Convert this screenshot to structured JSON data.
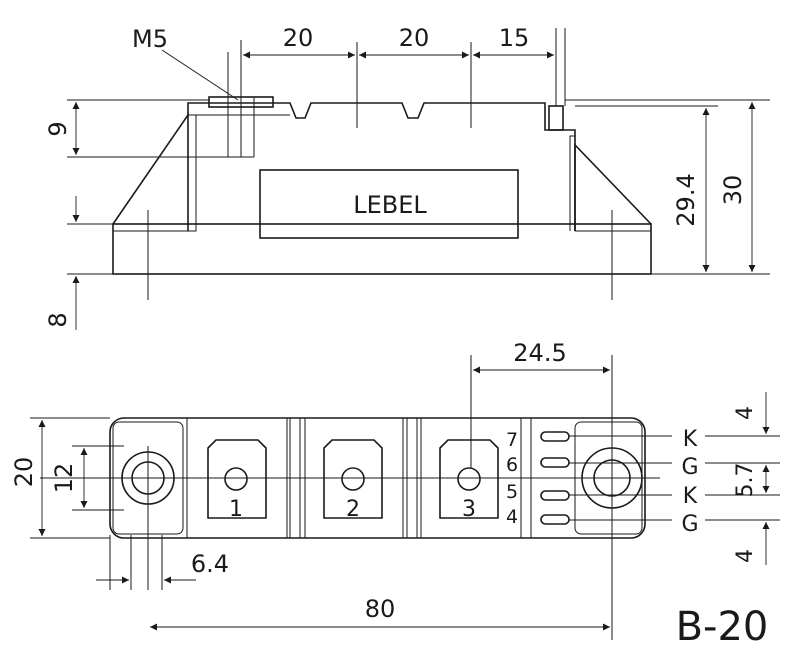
{
  "top_view": {
    "thread_label": "M5",
    "dim_top_1": "20",
    "dim_top_2": "20",
    "dim_top_3": "15",
    "dim_left_upper": "9",
    "dim_left_lower": "8",
    "dim_right_inner": "29.4",
    "dim_right_outer": "30",
    "label_text": "LEBEL"
  },
  "bottom_view": {
    "dim_top": "24.5",
    "dim_left_outer": "20",
    "dim_left_inner": "12",
    "dim_bottom_small": "6.4",
    "dim_bottom_overall": "80",
    "terminals": [
      "1",
      "2",
      "3"
    ],
    "pin_numbers": [
      "7",
      "6",
      "5",
      "4"
    ],
    "pin_labels": [
      "K",
      "G",
      "K",
      "G"
    ],
    "dim_right_top": "4",
    "dim_right_mid": "5.7",
    "dim_right_bottom": "4"
  },
  "package_code": "B-20"
}
